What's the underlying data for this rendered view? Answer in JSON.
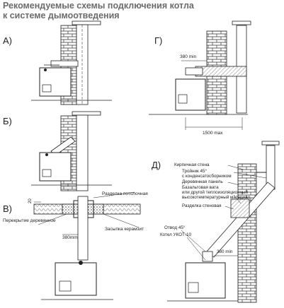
{
  "title": {
    "line1": "Рекомендуемые схемы подключения котла",
    "line2": "к системе дымоотведения"
  },
  "panels": {
    "a": {
      "label": "А)"
    },
    "b": {
      "label": "Б)"
    },
    "v": {
      "label": "В)",
      "dim_top": "20",
      "dim_side": "380mm",
      "callout_ceiling_cut": "Разделка потолочная",
      "callout_wood_floor": "Перекрытие деревянное",
      "callout_ceramsite": "Засыпка керамзит"
    },
    "g": {
      "label": "Г)",
      "dim_min": "380 min",
      "dim_max": "1500 max"
    },
    "d": {
      "label": "Д)",
      "callout_brick_wall": "Кирпичная стена",
      "callout_tee_line1": "Тройник 45°",
      "callout_tee_line2": "с конденсатосборником",
      "callout_wood_panel": "Деревянная панель",
      "callout_basalt_line1": "Базальтовая вата",
      "callout_basalt_line2": "или другой теплоизоляционный",
      "callout_basalt_line3": "высокотемпературный материал",
      "callout_wall_cut": "Разделка стеновая",
      "callout_elbow": "Отвод 45°",
      "callout_boiler": "Котел УКОТ-10",
      "dim_min": "380 min"
    }
  },
  "colors": {
    "line": "#222222",
    "brick": "#333333",
    "insulation": "#999999"
  }
}
